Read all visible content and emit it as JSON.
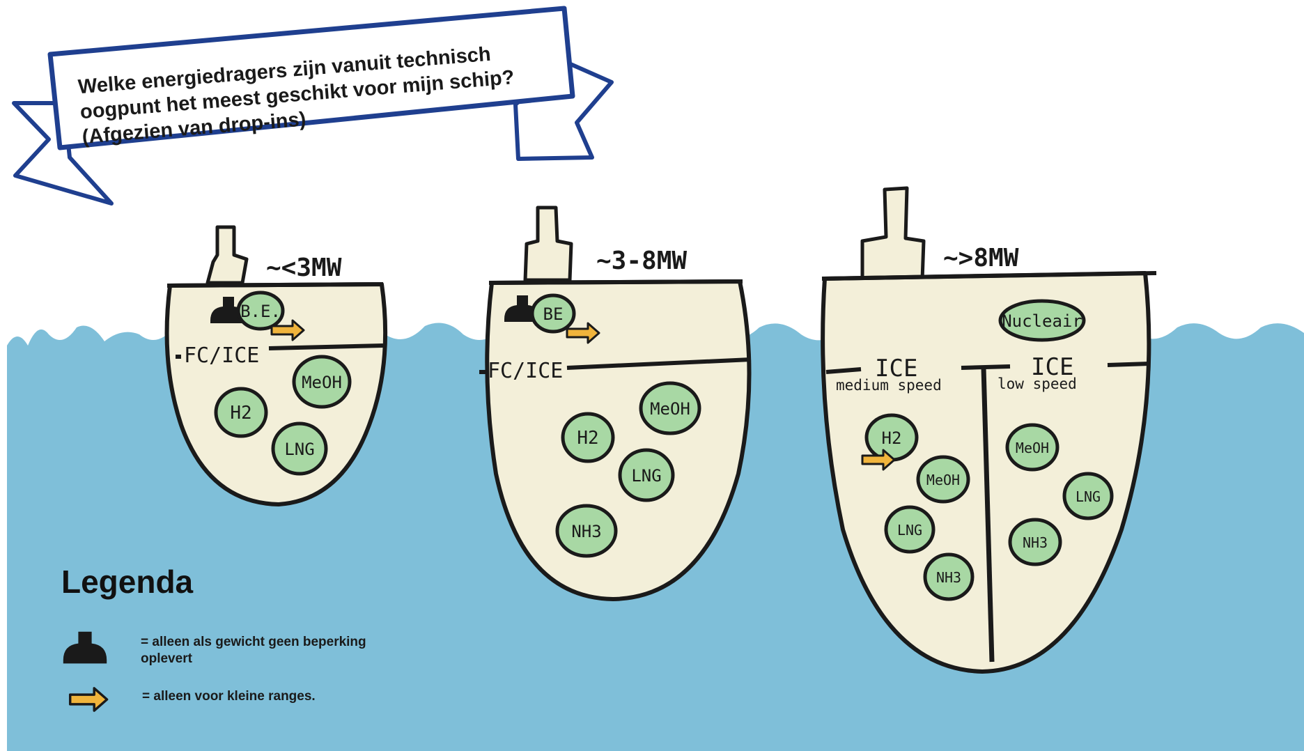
{
  "banner": {
    "question_line1": "Welke energiedragers zijn vanuit technisch",
    "question_line2": "oogpunt het meest geschikt voor mijn schip?",
    "question_line3": "(Afgezien van drop-ins)"
  },
  "colors": {
    "water": "#7fbfd9",
    "hull": "#f3efd9",
    "fuel_bubble": "#a8d8a4",
    "arrow": "#f0b43c",
    "banner_border": "#1f3f8f",
    "outline": "#1a1a1a"
  },
  "ships": [
    {
      "power": "~<3MW",
      "upper": {
        "bubble": "B.E.",
        "battery_icon": true,
        "short_range_arrow": true
      },
      "divider_label": "FC/ICE",
      "fuels": [
        "MeOH",
        "H2",
        "LNG"
      ]
    },
    {
      "power": "~3-8MW",
      "upper": {
        "bubble": "BE",
        "battery_icon": true,
        "short_range_arrow": true
      },
      "divider_label": "FC/ICE",
      "fuels": [
        "MeOH",
        "H2",
        "LNG",
        "NH3"
      ]
    },
    {
      "power": "~>8MW",
      "upper": {
        "bubble": "Nucleair"
      },
      "compartments": [
        {
          "label": "ICE",
          "sublabel": "medium speed",
          "fuels": [
            "H2",
            "MeOH",
            "LNG",
            "NH3"
          ],
          "short_range_arrow_on": "H2"
        },
        {
          "label": "ICE",
          "sublabel": "low speed",
          "fuels": [
            "MeOH",
            "LNG",
            "NH3"
          ]
        }
      ]
    }
  ],
  "legend": {
    "title": "Legenda",
    "items": [
      {
        "icon": "battery-icon",
        "text_line1": "= alleen als gewicht geen beperking",
        "text_line2": "oplevert"
      },
      {
        "icon": "arrow-icon",
        "text_line1": "= alleen voor kleine ranges."
      }
    ]
  }
}
